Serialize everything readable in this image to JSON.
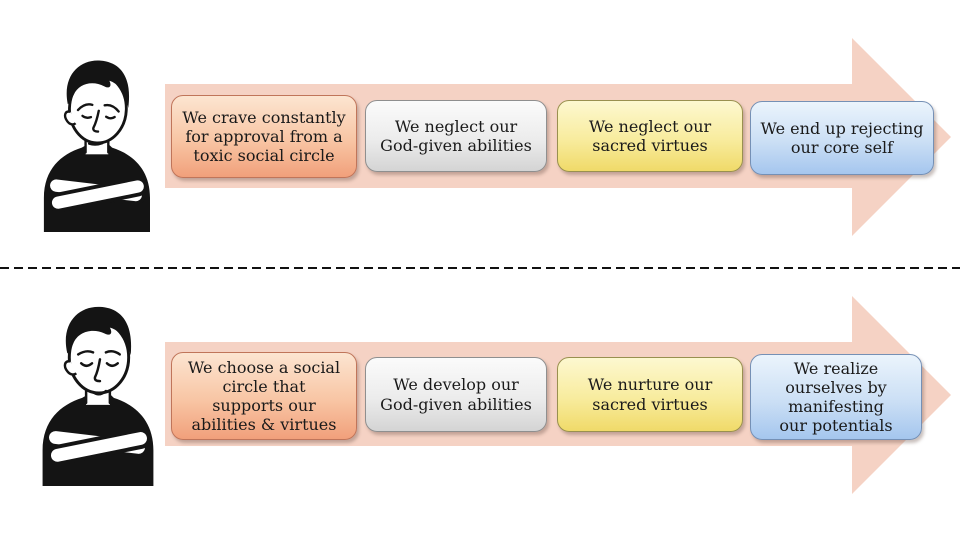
{
  "page": {
    "background": "#ffffff",
    "kind": "two-path process flow diagram"
  },
  "divider": {
    "type": "dashed-line",
    "color": "#111111"
  },
  "colors": {
    "arrow_fill": "#f5d2c4",
    "text": "#1a1a1a",
    "orange": {
      "top": "#fce5d1",
      "bottom": "#f1a07b",
      "border": "#c0755a"
    },
    "gray": {
      "top": "#fbfbfb",
      "bottom": "#d4d4d4",
      "border": "#8f8f8f"
    },
    "yellow": {
      "top": "#fdf8d0",
      "bottom": "#f0da69",
      "border": "#99904f"
    },
    "blue": {
      "top": "#ebf4fc",
      "bottom": "#a5c6ee",
      "border": "#7590b5"
    }
  },
  "rows": [
    {
      "name": "negative-path",
      "person": "sad-person-crossed-arms",
      "steps": [
        {
          "color": "orange",
          "lines": [
            "We crave constantly",
            "for approval from a",
            "toxic social circle"
          ]
        },
        {
          "color": "gray",
          "lines": [
            "We neglect our",
            "God-given abilities"
          ]
        },
        {
          "color": "yellow",
          "lines": [
            "We neglect our",
            "sacred virtues"
          ]
        },
        {
          "color": "blue",
          "lines": [
            "We end up rejecting",
            "our core self"
          ]
        }
      ]
    },
    {
      "name": "positive-path",
      "person": "calm-person-crossed-arms",
      "steps": [
        {
          "color": "orange",
          "lines": [
            "We choose a social",
            "circle that",
            "supports our",
            "abilities & virtues"
          ]
        },
        {
          "color": "gray",
          "lines": [
            "We develop our",
            "God-given abilities"
          ]
        },
        {
          "color": "yellow",
          "lines": [
            "We nurture our",
            "sacred virtues"
          ]
        },
        {
          "color": "blue",
          "lines": [
            "We realize",
            "ourselves by",
            "manifesting",
            "our potentials"
          ]
        }
      ]
    }
  ]
}
